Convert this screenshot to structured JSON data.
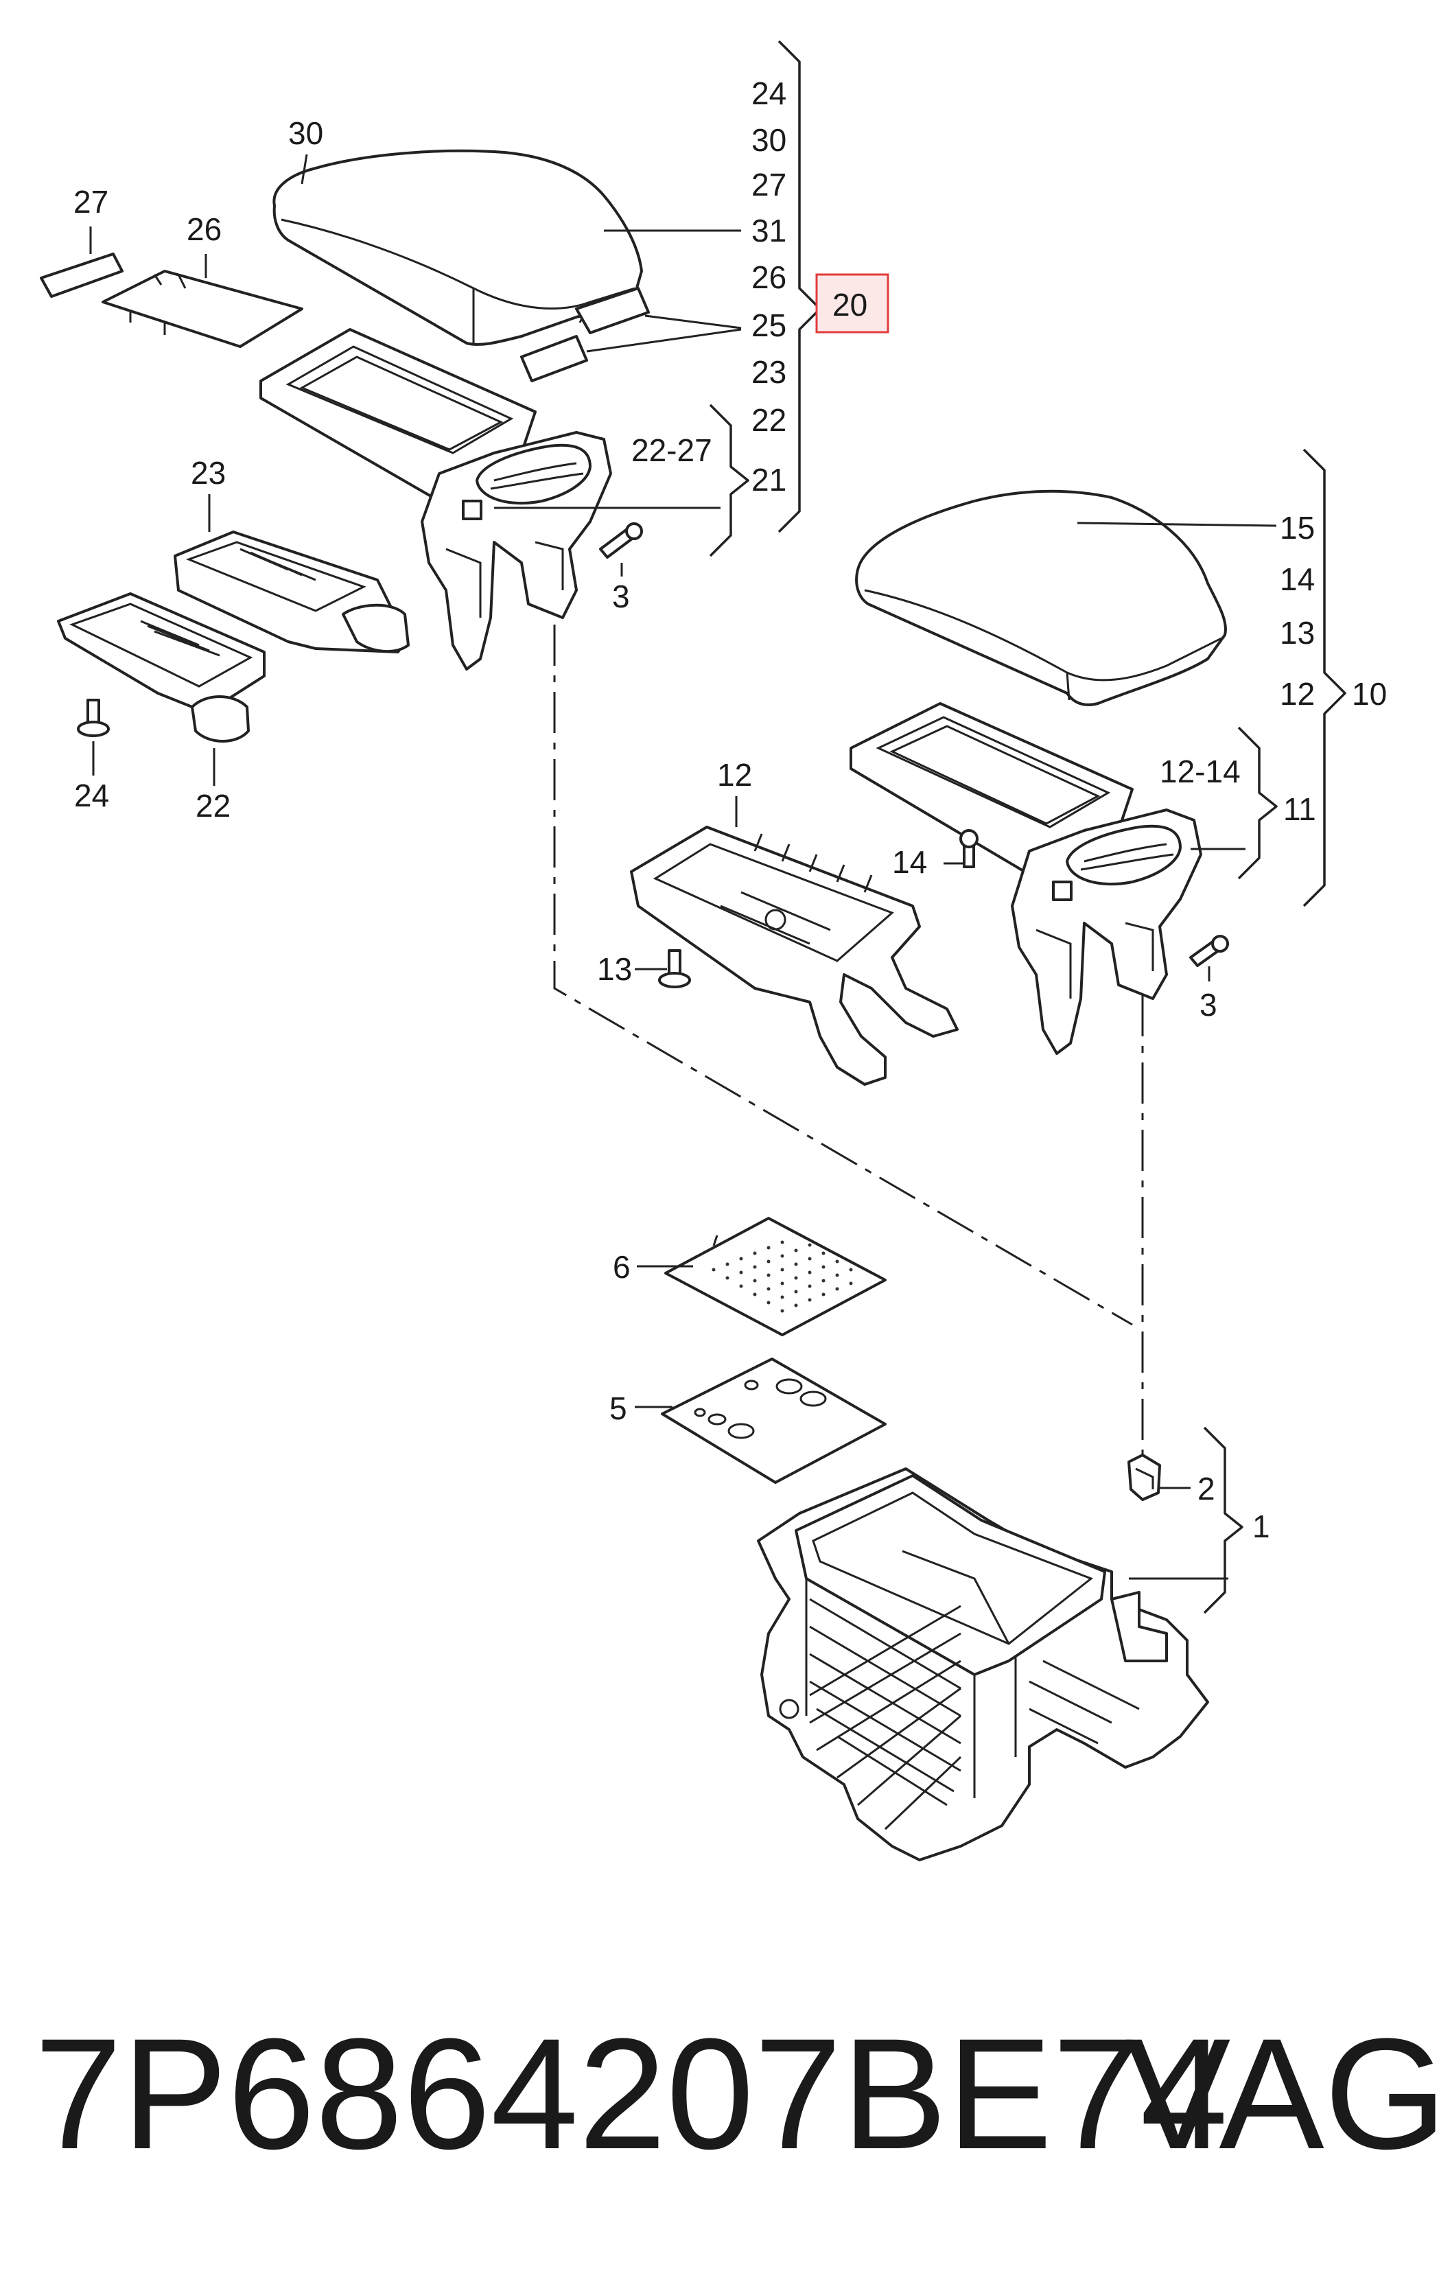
{
  "diagram": {
    "footer": {
      "part_number": "7P6864207BE74",
      "brand": "VAG"
    },
    "highlight_color": "#e23b3b",
    "callouts": {
      "c30": "30",
      "c27": "27",
      "c26": "26",
      "c23": "23",
      "c24": "24",
      "c22": "22",
      "c3a": "3",
      "c3b": "3",
      "c12": "12",
      "c13": "13",
      "c14": "14",
      "c6": "6",
      "c5": "5",
      "c2": "2",
      "c1": "1"
    },
    "group20": {
      "label": "20",
      "items": [
        "24",
        "30",
        "27",
        "31",
        "26",
        "25",
        "23",
        "22",
        "21"
      ],
      "sub_group_label": "22-27"
    },
    "group10": {
      "label": "10",
      "items": [
        "15",
        "14",
        "13",
        "12"
      ]
    },
    "group11": {
      "label": "11",
      "sub_group_label": "12-14"
    }
  }
}
